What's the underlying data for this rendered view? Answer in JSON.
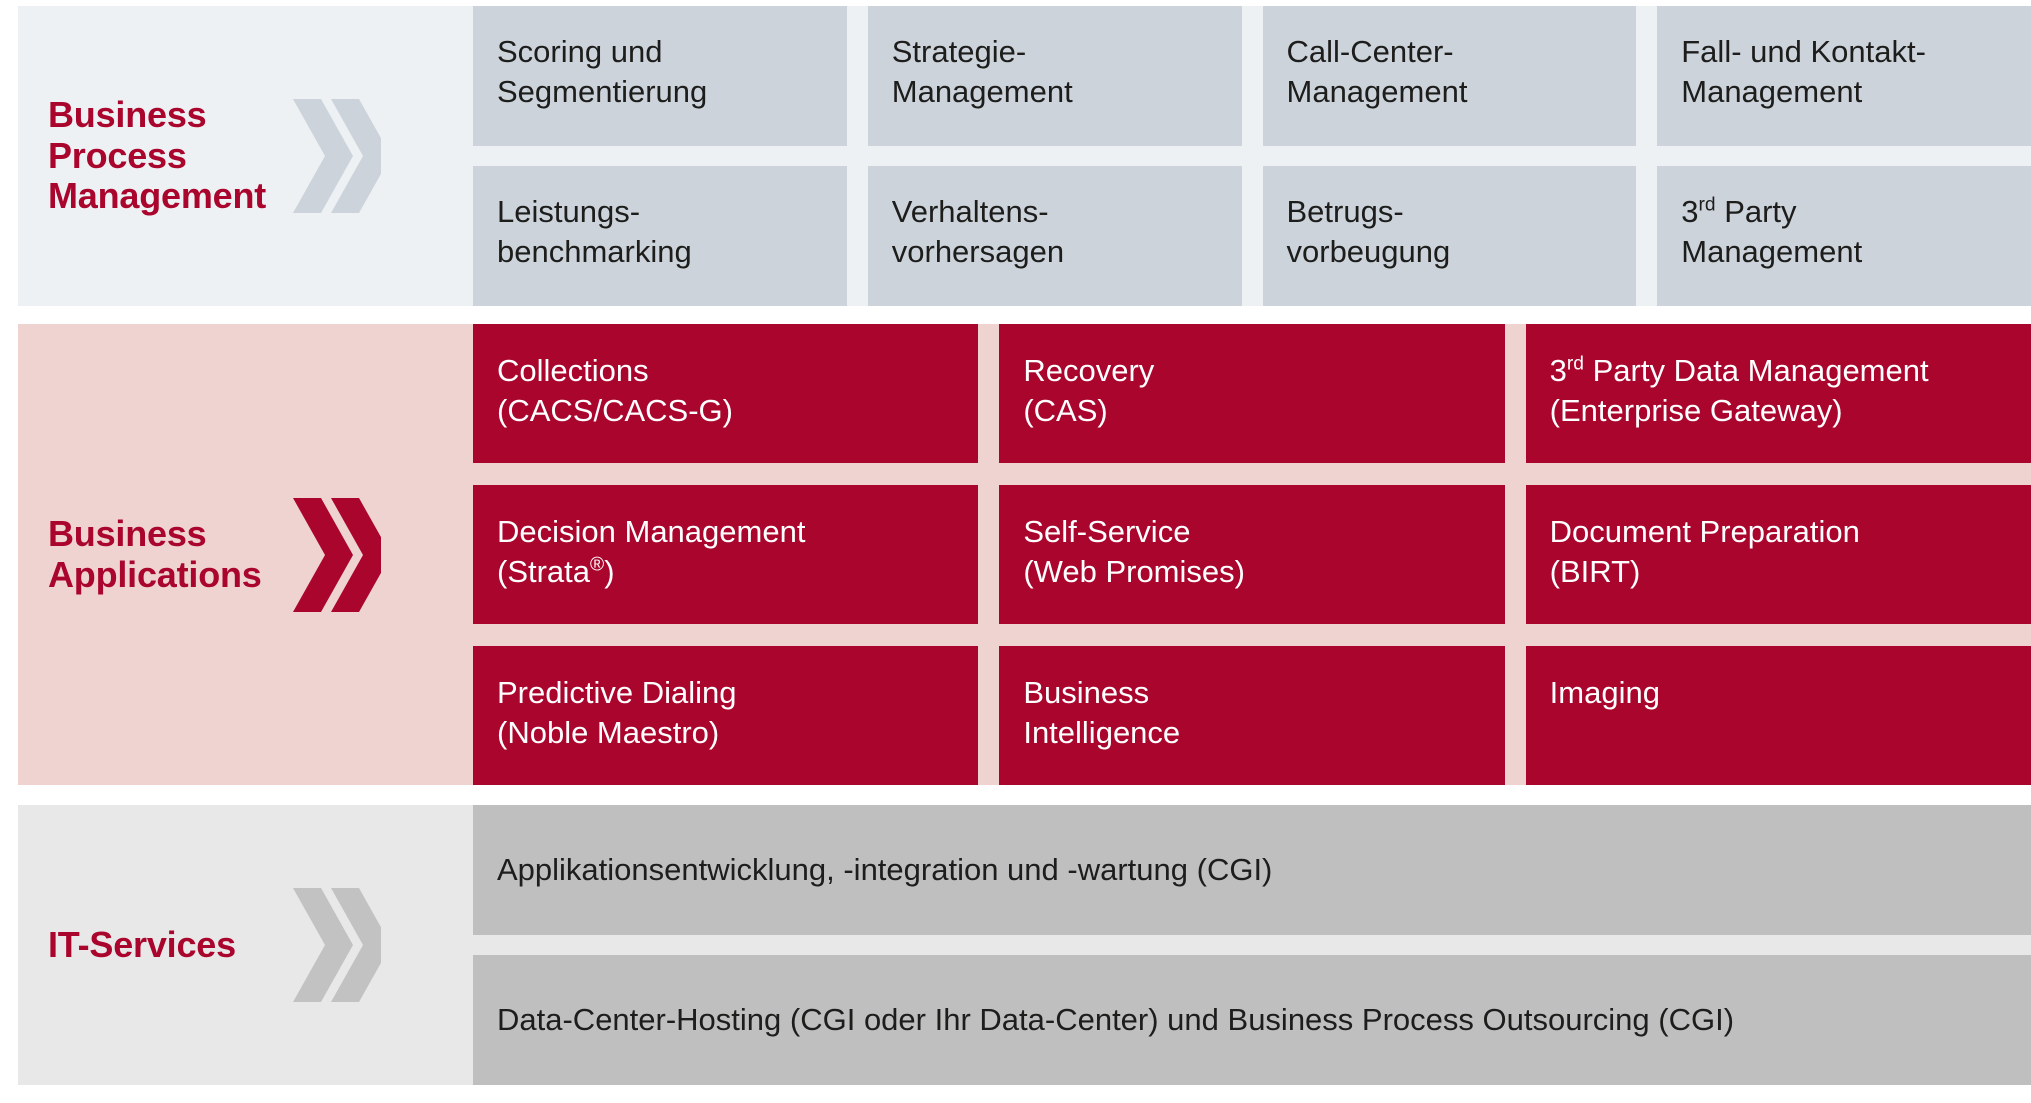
{
  "diagram": {
    "title": "Business Process Management / Business Applications / IT-Services",
    "colors": {
      "brand_red": "#AA052D",
      "band1_background": "#eef1f3",
      "band1_box": "#ccd3db",
      "band2_background": "#eed3d0",
      "band2_box": "#AA052D",
      "band3_background": "#e8e8e8",
      "band3_box": "#bfbfbf",
      "text_dark": "#1d1d1b",
      "text_light": "#ffffff"
    }
  },
  "bands": [
    {
      "id": "business-process-management",
      "label": "Business\nProcess\nManagement",
      "arrow_icon": "double-chevron-right-icon",
      "rows": [
        {
          "cells": [
            {
              "line1": "Scoring und",
              "line2": "Segmentierung"
            },
            {
              "line1": "Strategie-",
              "line2": "Management"
            },
            {
              "line1": "Call-Center-",
              "line2": "Management"
            },
            {
              "line1": "Fall- und Kontakt-",
              "line2": "Management"
            }
          ]
        },
        {
          "cells": [
            {
              "line1": "Leistungs-",
              "line2": "benchmarking"
            },
            {
              "line1": "Verhaltens-",
              "line2": "vorhersagen"
            },
            {
              "line1": "Betrugs-",
              "line2": "vorbeugung"
            },
            {
              "line1": "3rd Party",
              "line1_prefix": "3",
              "line1_sup": "rd",
              "line1_rest": " Party",
              "line2": "Management"
            }
          ]
        }
      ]
    },
    {
      "id": "business-applications",
      "label": "Business\nApplications",
      "arrow_icon": "double-chevron-right-icon",
      "rows": [
        {
          "cells": [
            {
              "line1": "Collections",
              "line2": "(CACS/CACS-G)"
            },
            {
              "line1": "Recovery",
              "line2": "(CAS)"
            },
            {
              "line1": "3rd Party Data Management",
              "line1_prefix": "3",
              "line1_sup": "rd",
              "line1_rest": " Party Data Management",
              "line2": "(Enterprise Gateway)"
            }
          ]
        },
        {
          "cells": [
            {
              "line1": "Decision Management",
              "line2": "(Strata®)",
              "line2_prefix": "(Strata",
              "line2_sup": "®",
              "line2_rest": ")"
            },
            {
              "line1": "Self-Service",
              "line2": "(Web Promises)"
            },
            {
              "line1": "Document Preparation",
              "line2": "(BIRT)"
            }
          ]
        },
        {
          "cells": [
            {
              "line1": "Predictive Dialing",
              "line2": "(Noble Maestro)"
            },
            {
              "line1": "Business",
              "line2": "Intelligence"
            },
            {
              "line1": "Imaging",
              "line2": ""
            }
          ]
        }
      ]
    },
    {
      "id": "it-services",
      "label": "IT-Services",
      "arrow_icon": "double-chevron-right-icon",
      "rows": [
        {
          "cells": [
            {
              "line1": "Applikationsentwicklung, -integration und -wartung (CGI)",
              "line2": ""
            }
          ]
        },
        {
          "cells": [
            {
              "line1": "Data-Center-Hosting (CGI oder Ihr Data-Center) und Business Process Outsourcing (CGI)",
              "line2": ""
            }
          ]
        }
      ]
    }
  ]
}
